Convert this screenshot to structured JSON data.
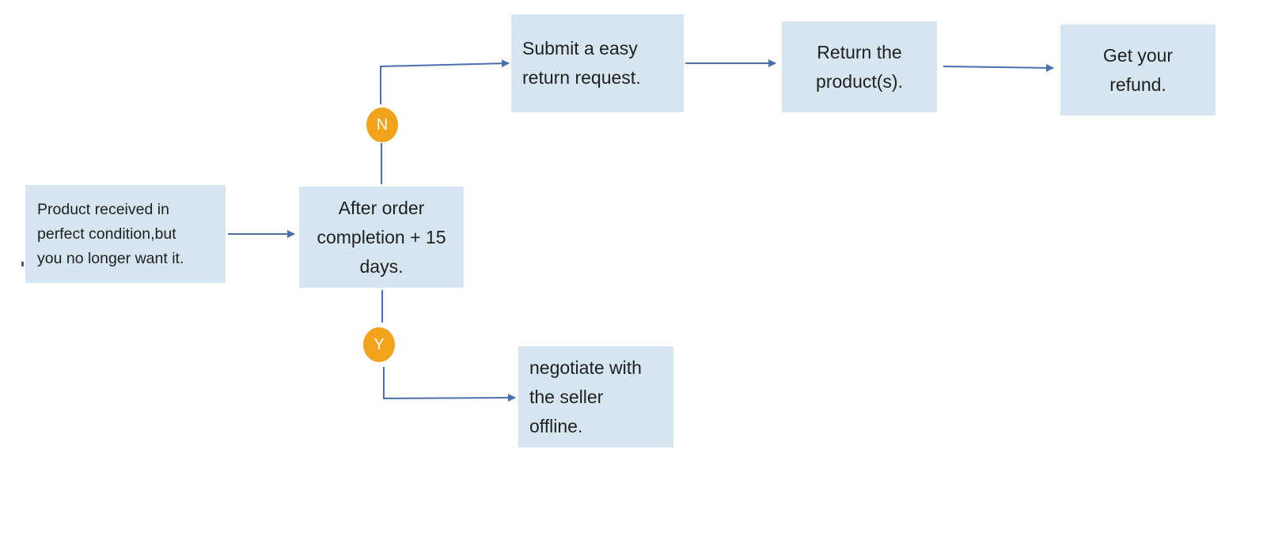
{
  "nodes": {
    "start": {
      "lines": [
        "Product received in",
        "perfect condition,but",
        "you no longer want it."
      ]
    },
    "decision": {
      "lines": [
        "After order",
        "completion + 15",
        "days."
      ]
    },
    "submit": {
      "lines": [
        "Submit a easy",
        "return  request."
      ]
    },
    "return": {
      "lines": [
        "Return the",
        "product(s)."
      ]
    },
    "refund": {
      "lines": [
        "Get your",
        "refund."
      ]
    },
    "negotiate": {
      "lines": [
        "negotiate with",
        "the seller",
        "offline."
      ]
    }
  },
  "branches": {
    "no": {
      "label": "N"
    },
    "yes": {
      "label": "Y"
    }
  },
  "colors": {
    "box_fill": "#d6e6f0",
    "arrow": "#4a6fb0",
    "badge": "#f0a31b"
  }
}
